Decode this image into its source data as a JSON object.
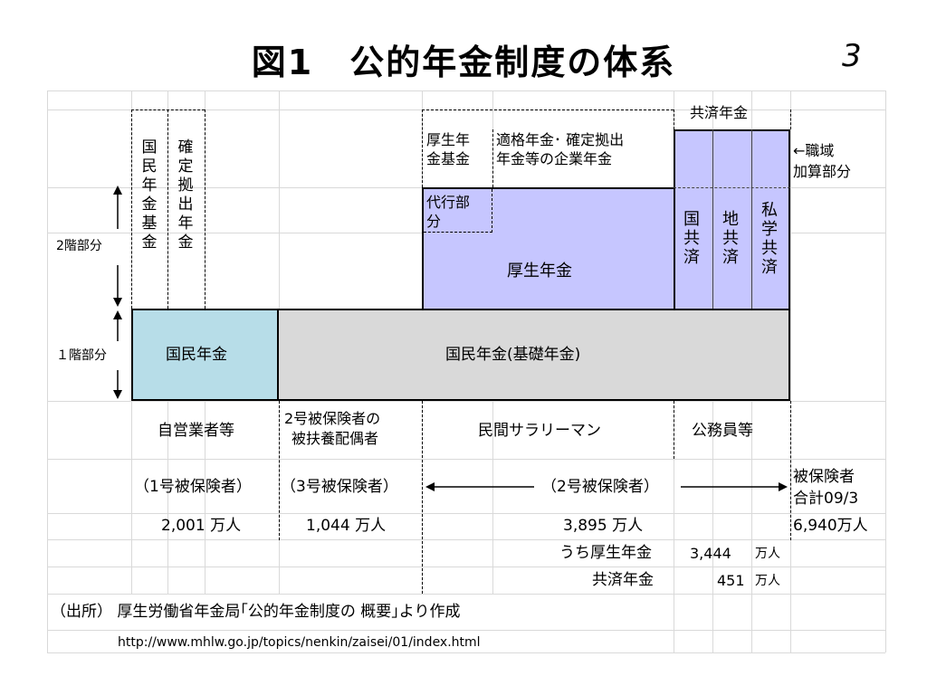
{
  "title": "図1　公的年金制度の体系",
  "page_number": "3",
  "header": {
    "kyosai_nenkin": "共済年金",
    "kosei_nenkin_kikin": [
      "厚生年",
      "金基金"
    ],
    "tekikaku": [
      "適格年金･ 確定拠出",
      "年金等の企業年金"
    ],
    "shokuiki": [
      "←職域",
      "加算部分"
    ]
  },
  "columns": {
    "kokumin_nenkin_kikin": "国民年金基金",
    "kakutei_kyoshutsu": "確定拠出年金",
    "daiko_bubun": [
      "代行部",
      "分"
    ],
    "kosei_nenkin": "厚生年金",
    "koku_kyosai": "国共済",
    "chi_kyosai": "地共済",
    "shigaku_kyosai": "私学共済"
  },
  "tiers": {
    "tier2": "2階部分",
    "tier1": "１階部分"
  },
  "tier1_boxes": {
    "kokumin_nenkin": "国民年金",
    "kiso_nenkin": "国民年金(基礎年金)"
  },
  "groups": {
    "jieigyo": "自営業者等",
    "dai3_line1": "2号被保険者の",
    "dai3_line2": "被扶養配偶者",
    "minkan": "民間サラリーマン",
    "komuin": "公務員等"
  },
  "insured": {
    "no1": "（1号被保険者）",
    "no3": "（3号被保険者）",
    "no2": "（2号被保険者）",
    "total_line1": "被保険者",
    "total_line2": "合計09/3"
  },
  "counts": {
    "no1": "2,001 万人",
    "no3": "1,044 万人",
    "no2": "3,895 万人",
    "total": "6,940万人"
  },
  "breakdown": {
    "kosei_label": "うち厚生年金",
    "kosei_value": "3,444",
    "kosei_unit": "万人",
    "kyosai_label": "共済年金",
    "kyosai_value": "451",
    "kyosai_unit": "万人"
  },
  "source": {
    "line1": "（出所）  厚生労働省年金局｢公的年金制度の 概要｣より作成",
    "url": "http://www.mhlw.go.jp/topics/nenkin/zaisei/01/index.html"
  },
  "colors": {
    "purple": "#c6c6ff",
    "light_blue": "#b7dde8",
    "gray": "#d9d9d9"
  }
}
